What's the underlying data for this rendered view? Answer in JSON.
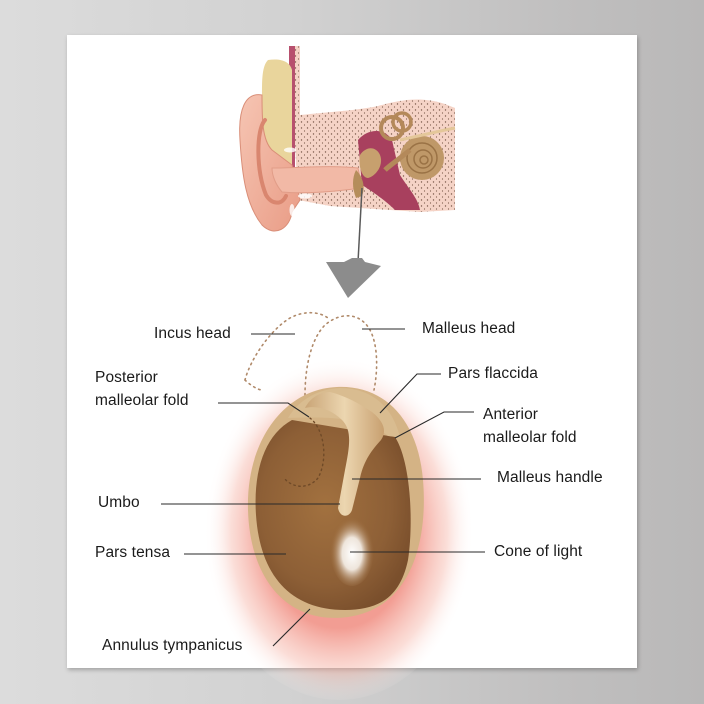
{
  "poster": {
    "subject": "Tympanic membrane (eardrum) anatomy",
    "background_color": "#ffffff",
    "wall_color": "#c8c8c8"
  },
  "colors": {
    "skin": "#f1b8a4",
    "cartilage": "#e8d49a",
    "bone": "#f4d2c2",
    "canal": "#a8405e",
    "ossicles": "#b48a5a",
    "membrane": "#9b6b3f",
    "membrane_rim": "#d2b080",
    "glow": "#f09a8c",
    "arrow": "#8c8c8c",
    "text": "#1a1a1a"
  },
  "labels": {
    "incus_head": "Incus head",
    "malleus_head": "Malleus head",
    "posterior_fold_line1": "Posterior",
    "posterior_fold_line2": "malleolar fold",
    "pars_flaccida": "Pars flaccida",
    "anterior_fold_line1": "Anterior",
    "anterior_fold_line2": "malleolar fold",
    "malleus_handle": "Malleus handle",
    "umbo": "Umbo",
    "pars_tensa": "Pars tensa",
    "cone_of_light": "Cone of light",
    "annulus_tympanicus": "Annulus tympanicus"
  },
  "icons": {
    "arrow": "down-arrow-icon"
  }
}
